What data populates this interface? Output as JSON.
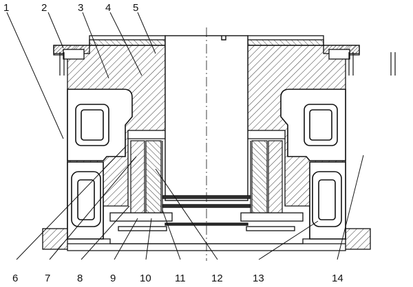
{
  "diagram": {
    "type": "mechanical cross-section",
    "callouts_top": [
      {
        "label": "1"
      },
      {
        "label": "2"
      },
      {
        "label": "3"
      },
      {
        "label": "4"
      },
      {
        "label": "5"
      }
    ],
    "callouts_bottom": [
      {
        "label": "6"
      },
      {
        "label": "7"
      },
      {
        "label": "8"
      },
      {
        "label": "9"
      },
      {
        "label": "10"
      },
      {
        "label": "11"
      },
      {
        "label": "12"
      },
      {
        "label": "13"
      },
      {
        "label": "14"
      }
    ],
    "colors": {
      "line": "#111111",
      "hatch": "#333333",
      "background": "#ffffff"
    }
  }
}
